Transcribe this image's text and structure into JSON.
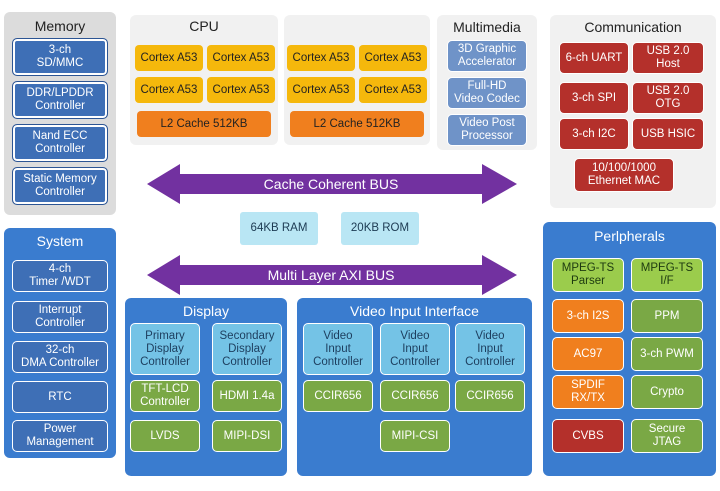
{
  "memory": {
    "title": "Memory",
    "items": [
      "3-ch\nSD/MMC",
      "DDR/LPDDR\nController",
      "Nand ECC\nController",
      "Static Memory\nController"
    ]
  },
  "cpu": {
    "title": "CPU",
    "cluster1": [
      "Cortex A53",
      "Cortex A53",
      "Cortex A53",
      "Cortex A53"
    ],
    "cluster1_cache": "L2 Cache 512KB",
    "cluster2": [
      "Cortex A53",
      "Cortex A53",
      "Cortex A53",
      "Cortex A53"
    ],
    "cluster2_cache": "L2 Cache 512KB"
  },
  "multimedia": {
    "title": "Multimedia",
    "items": [
      "3D Graphic\nAccelerator",
      "Full-HD\nVideo Codec",
      "Video Post\nProcessor"
    ]
  },
  "communication": {
    "title": "Communication",
    "items": [
      "6-ch UART",
      "USB 2.0\nHost",
      "3-ch SPI",
      "USB 2.0\nOTG",
      "3-ch I2C",
      "USB HSIC",
      "10/100/1000\nEthernet MAC"
    ]
  },
  "buses": {
    "cache_bus": "Cache Coherent BUS",
    "axi_bus": "Multi Layer AXI BUS",
    "ram": "64KB RAM",
    "rom": "20KB ROM",
    "bus_color": "#7231a0"
  },
  "system": {
    "title": "System",
    "items": [
      "4-ch\nTimer /WDT",
      "Interrupt\nController",
      "32-ch\nDMA Controller",
      "RTC",
      "Power\nManagement"
    ]
  },
  "display": {
    "title": "Display",
    "items": [
      "Primary\nDisplay\nController",
      "Secondary\nDisplay\nController",
      "TFT-LCD\nController",
      "HDMI 1.4a",
      "LVDS",
      "MIPI-DSI"
    ]
  },
  "video_input": {
    "title": "Video Input Interface",
    "controllers": [
      "Video\nInput\nController",
      "Video\nInput\nController",
      "Video\nInput\nController"
    ],
    "ports": [
      "CCIR656",
      "CCIR656",
      "CCIR656"
    ],
    "csi": "MIPI-CSI"
  },
  "peripherals": {
    "title": "Perlpherals",
    "items": [
      "MPEG-TS\nParser",
      "MPEG-TS\nI/F",
      "3-ch I2S",
      "PPM",
      "AC97",
      "3-ch PWM",
      "SPDIF\nRX/TX",
      "Crypto",
      "CVBS",
      "Secure\nJTAG"
    ]
  }
}
